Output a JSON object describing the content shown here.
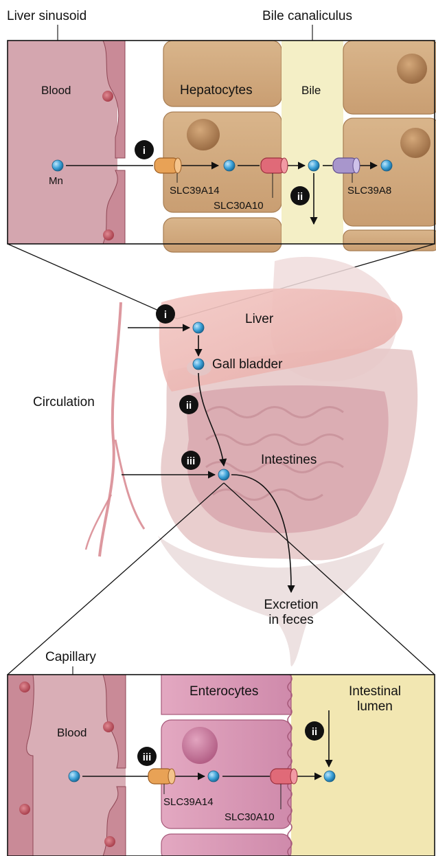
{
  "top_panel": {
    "liver_sinusoid": "Liver sinusoid",
    "bile_canaliculus": "Bile canaliculus",
    "blood": "Blood",
    "hepatocytes": "Hepatocytes",
    "bile": "Bile",
    "mn": "Mn",
    "slc39a14": "SLC39A14",
    "slc30a10": "SLC30A10",
    "slc39a8": "SLC39A8",
    "marker_i": "i",
    "marker_ii": "ii"
  },
  "middle_panel": {
    "liver": "Liver",
    "gall_bladder": "Gall bladder",
    "circulation": "Circulation",
    "intestines": "Intestines",
    "excretion_line1": "Excretion",
    "excretion_line2": "in feces",
    "marker_i": "i",
    "marker_ii": "ii",
    "marker_iii": "iii"
  },
  "bottom_panel": {
    "capillary": "Capillary",
    "blood": "Blood",
    "enterocytes": "Enterocytes",
    "lumen_line1": "Intestinal",
    "lumen_line2": "lumen",
    "slc39a14": "SLC39A14",
    "slc30a10": "SLC30A10",
    "marker_ii": "ii",
    "marker_iii": "iii"
  },
  "colors": {
    "blood": "#d9aeb6",
    "hepatocyte": "#d7b48a",
    "bile": "#f4efc6",
    "enterocyte": "#d996b4",
    "lumen": "#f2e7b2",
    "mn_dot": "#3fa3d9",
    "slc39a14": "#e8a256",
    "slc30a10": "#e06a78",
    "slc39a8": "#a896cc",
    "marker": "#111111"
  }
}
